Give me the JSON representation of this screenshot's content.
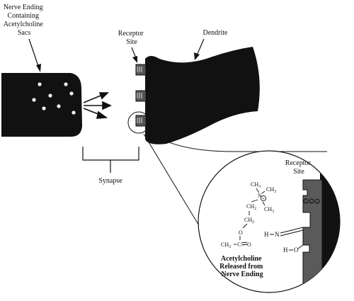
{
  "labels": {
    "nerve_ending": [
      "Nerve Ending",
      "Containing",
      "Acetylcholine",
      "Sacs"
    ],
    "receptor_site_top": [
      "Receptor",
      "Site"
    ],
    "dendrite": "Dendrite",
    "synapse": "Synapse",
    "receptor_site_zoom": [
      "Receptor",
      "Site"
    ],
    "molecule_caption": [
      "Acetylcholine",
      "Released from",
      "Nerve Ending"
    ]
  },
  "molecule": {
    "ch3_top_left": "CH",
    "ch3_top_left_sub": "3",
    "ch3_top_right": "CH",
    "ch3_top_right_sub": "3",
    "n_atom": "N",
    "charge": "+",
    "ch3_right": "CH",
    "ch3_right_sub": "3",
    "ch2_upper": "CH",
    "ch2_upper_sub": "2",
    "ch2_lower": "CH",
    "ch2_lower_sub": "2",
    "o_ester": "O",
    "c_carbonyl": "C",
    "ch3_acetyl": "H",
    "ch3_acetyl_prefix": "CH",
    "ch3_acetyl_sub": "3",
    "o_double": "O"
  },
  "receptor_groups": {
    "h_n": "H",
    "n_atom": "N",
    "h_o": "H",
    "o_atom": "O",
    "minus": "−"
  },
  "colors": {
    "ink": "#111111",
    "receptor_fill": "#5a5a5a"
  }
}
